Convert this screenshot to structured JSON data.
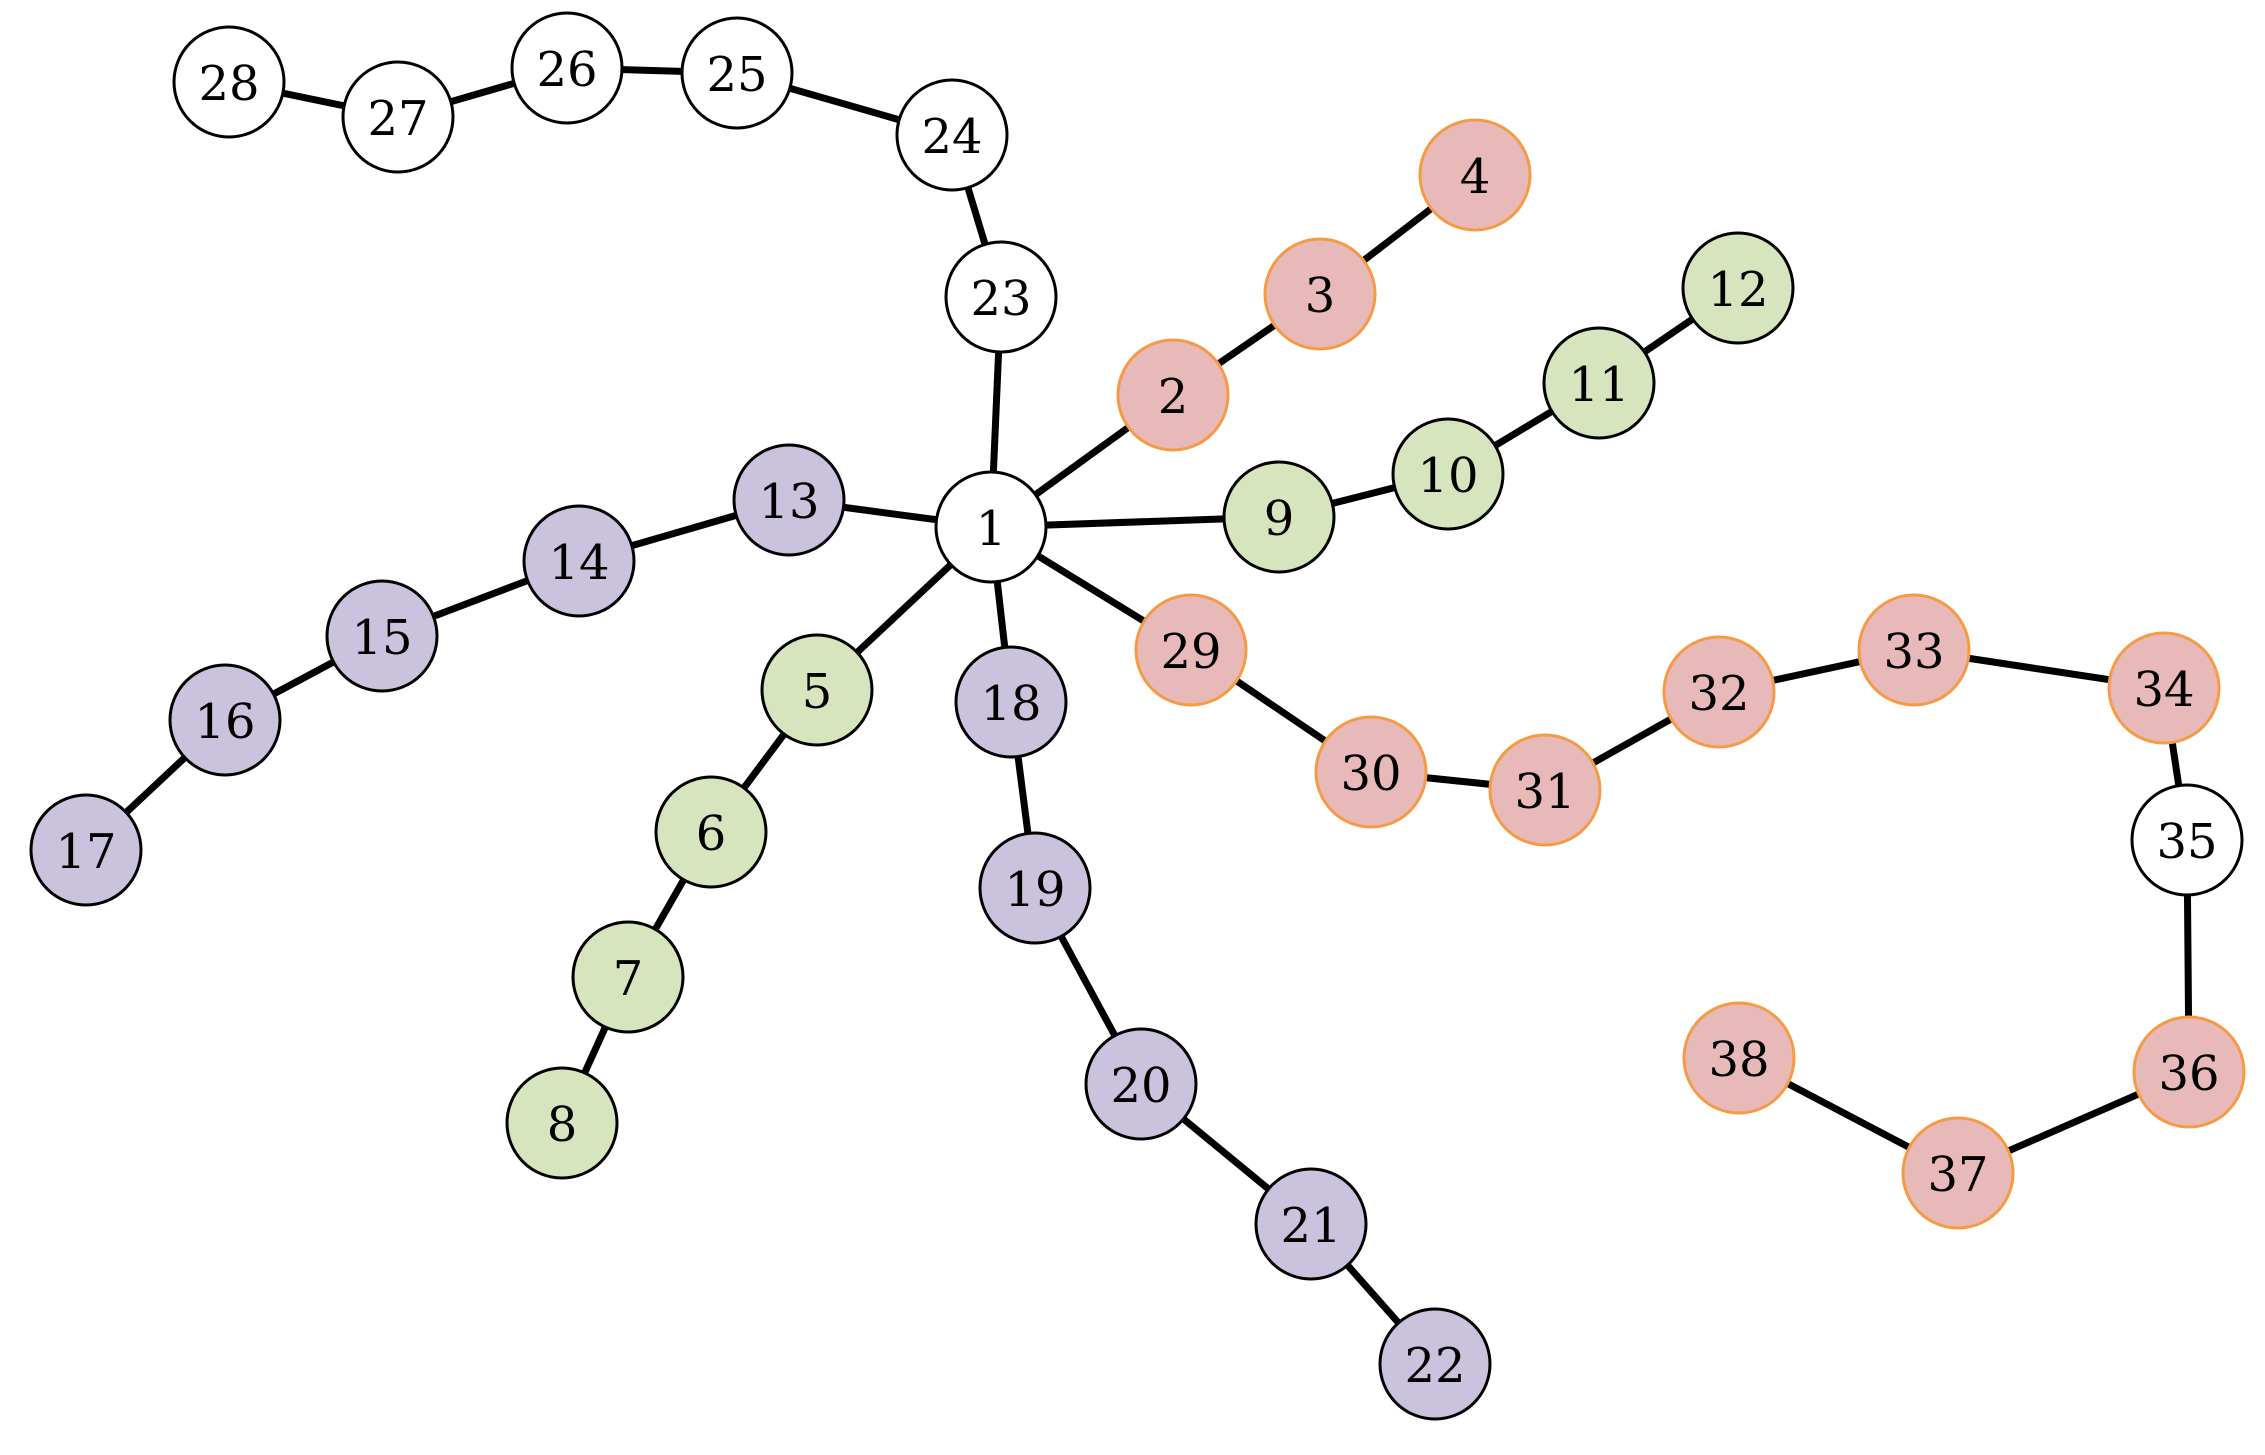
{
  "colors": {
    "white": {
      "fill": "#ffffff",
      "stroke": "#000000"
    },
    "red": {
      "fill": "#e8b9b9",
      "stroke": "#f59a45"
    },
    "green": {
      "fill": "#d6e5bd",
      "stroke": "#000000"
    },
    "purple": {
      "fill": "#cbc3dd",
      "stroke": "#000000"
    }
  },
  "nodes": [
    {
      "id": "1",
      "label": "1",
      "color": "white"
    },
    {
      "id": "2",
      "label": "2",
      "color": "red"
    },
    {
      "id": "3",
      "label": "3",
      "color": "red"
    },
    {
      "id": "4",
      "label": "4",
      "color": "red"
    },
    {
      "id": "5",
      "label": "5",
      "color": "green"
    },
    {
      "id": "6",
      "label": "6",
      "color": "green"
    },
    {
      "id": "7",
      "label": "7",
      "color": "green"
    },
    {
      "id": "8",
      "label": "8",
      "color": "green"
    },
    {
      "id": "9",
      "label": "9",
      "color": "green"
    },
    {
      "id": "10",
      "label": "10",
      "color": "green"
    },
    {
      "id": "11",
      "label": "11",
      "color": "green"
    },
    {
      "id": "12",
      "label": "12",
      "color": "green"
    },
    {
      "id": "13",
      "label": "13",
      "color": "purple"
    },
    {
      "id": "14",
      "label": "14",
      "color": "purple"
    },
    {
      "id": "15",
      "label": "15",
      "color": "purple"
    },
    {
      "id": "16",
      "label": "16",
      "color": "purple"
    },
    {
      "id": "17",
      "label": "17",
      "color": "purple"
    },
    {
      "id": "18",
      "label": "18",
      "color": "purple"
    },
    {
      "id": "19",
      "label": "19",
      "color": "purple"
    },
    {
      "id": "20",
      "label": "20",
      "color": "purple"
    },
    {
      "id": "21",
      "label": "21",
      "color": "purple"
    },
    {
      "id": "22",
      "label": "22",
      "color": "purple"
    },
    {
      "id": "23",
      "label": "23",
      "color": "white"
    },
    {
      "id": "24",
      "label": "24",
      "color": "white"
    },
    {
      "id": "25",
      "label": "25",
      "color": "white"
    },
    {
      "id": "26",
      "label": "26",
      "color": "white"
    },
    {
      "id": "27",
      "label": "27",
      "color": "white"
    },
    {
      "id": "28",
      "label": "28",
      "color": "white"
    },
    {
      "id": "29",
      "label": "29",
      "color": "red"
    },
    {
      "id": "30",
      "label": "30",
      "color": "red"
    },
    {
      "id": "31",
      "label": "31",
      "color": "red"
    },
    {
      "id": "32",
      "label": "32",
      "color": "red"
    },
    {
      "id": "33",
      "label": "33",
      "color": "red"
    },
    {
      "id": "34",
      "label": "34",
      "color": "red"
    },
    {
      "id": "35",
      "label": "35",
      "color": "white"
    },
    {
      "id": "36",
      "label": "36",
      "color": "red"
    },
    {
      "id": "37",
      "label": "37",
      "color": "red"
    },
    {
      "id": "38",
      "label": "38",
      "color": "red"
    }
  ],
  "edges": [
    [
      "1",
      "2"
    ],
    [
      "2",
      "3"
    ],
    [
      "3",
      "4"
    ],
    [
      "1",
      "5"
    ],
    [
      "5",
      "6"
    ],
    [
      "6",
      "7"
    ],
    [
      "7",
      "8"
    ],
    [
      "1",
      "9"
    ],
    [
      "9",
      "10"
    ],
    [
      "10",
      "11"
    ],
    [
      "11",
      "12"
    ],
    [
      "1",
      "13"
    ],
    [
      "13",
      "14"
    ],
    [
      "14",
      "15"
    ],
    [
      "15",
      "16"
    ],
    [
      "16",
      "17"
    ],
    [
      "1",
      "18"
    ],
    [
      "18",
      "19"
    ],
    [
      "19",
      "20"
    ],
    [
      "20",
      "21"
    ],
    [
      "21",
      "22"
    ],
    [
      "1",
      "23"
    ],
    [
      "23",
      "24"
    ],
    [
      "24",
      "25"
    ],
    [
      "25",
      "26"
    ],
    [
      "26",
      "27"
    ],
    [
      "27",
      "28"
    ],
    [
      "1",
      "29"
    ],
    [
      "29",
      "30"
    ],
    [
      "30",
      "31"
    ],
    [
      "31",
      "32"
    ],
    [
      "32",
      "33"
    ],
    [
      "33",
      "34"
    ],
    [
      "34",
      "35"
    ],
    [
      "35",
      "36"
    ],
    [
      "36",
      "37"
    ],
    [
      "37",
      "38"
    ]
  ]
}
